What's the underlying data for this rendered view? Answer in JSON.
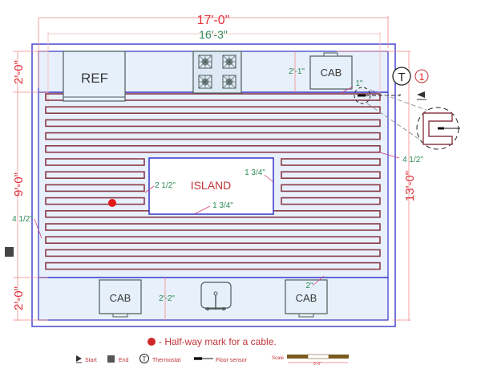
{
  "plan": {
    "dims": {
      "outer_width": "17'-0\"",
      "inner_width": "16'-3\"",
      "top_depth": "2'-0\"",
      "mid_depth": "9'-0\"",
      "bottom_depth": "2'-0\"",
      "right_height": "13'-0\""
    },
    "fixtures": {
      "ref": "REF",
      "cab_top": "CAB",
      "cab_bottom_left": "CAB",
      "cab_bottom_right": "CAB",
      "island": "ISLAND"
    },
    "spacing_labels": {
      "cab_top_gap": "2'-1\"",
      "cab_top_offset": "1\"",
      "right_wall": "4 1/2\"",
      "island_left": "2 1/2\"",
      "island_right": "1 3/4\"",
      "island_bottom": "1 3/4\"",
      "left_wall": "4 1/2\"",
      "bottom_gap": "2'-2\"",
      "bottom_cab": "2\""
    },
    "thermostat_symbol": "T",
    "callout_number": "1"
  },
  "legend": {
    "halfway_note": "- Half-way mark for a cable.",
    "start": "Start",
    "end": "End",
    "thermostat": "Thermostat",
    "thermostat_symbol": "T",
    "floor_sensor": "Floor sensor",
    "scale_label": "Scale",
    "scale_value": "3'-0\""
  },
  "colors": {
    "wall": "#3b3bd6",
    "cable": "#8b3a48",
    "dimension": "#e0303a",
    "spacing": "#2e8b57",
    "floor": "#e6f0fb",
    "halfway_dot": "#e01818"
  }
}
